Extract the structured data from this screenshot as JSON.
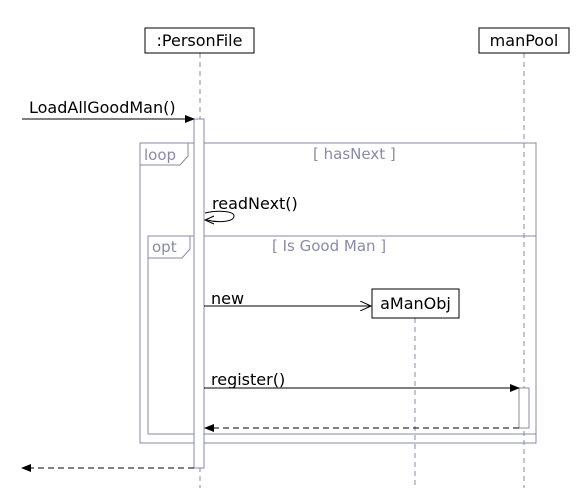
{
  "participants": {
    "person_file": ":PersonFile",
    "man_pool": "manPool",
    "a_man_obj": "aManObj"
  },
  "frames": {
    "loop": {
      "operator": "loop",
      "guard": "[ hasNext ]"
    },
    "opt": {
      "operator": "opt",
      "guard": "[ Is Good Man ]"
    }
  },
  "messages": {
    "load_all_good_man": "LoadAllGoodMan()",
    "read_next": "readNext()",
    "new": "new",
    "register": "register()"
  }
}
